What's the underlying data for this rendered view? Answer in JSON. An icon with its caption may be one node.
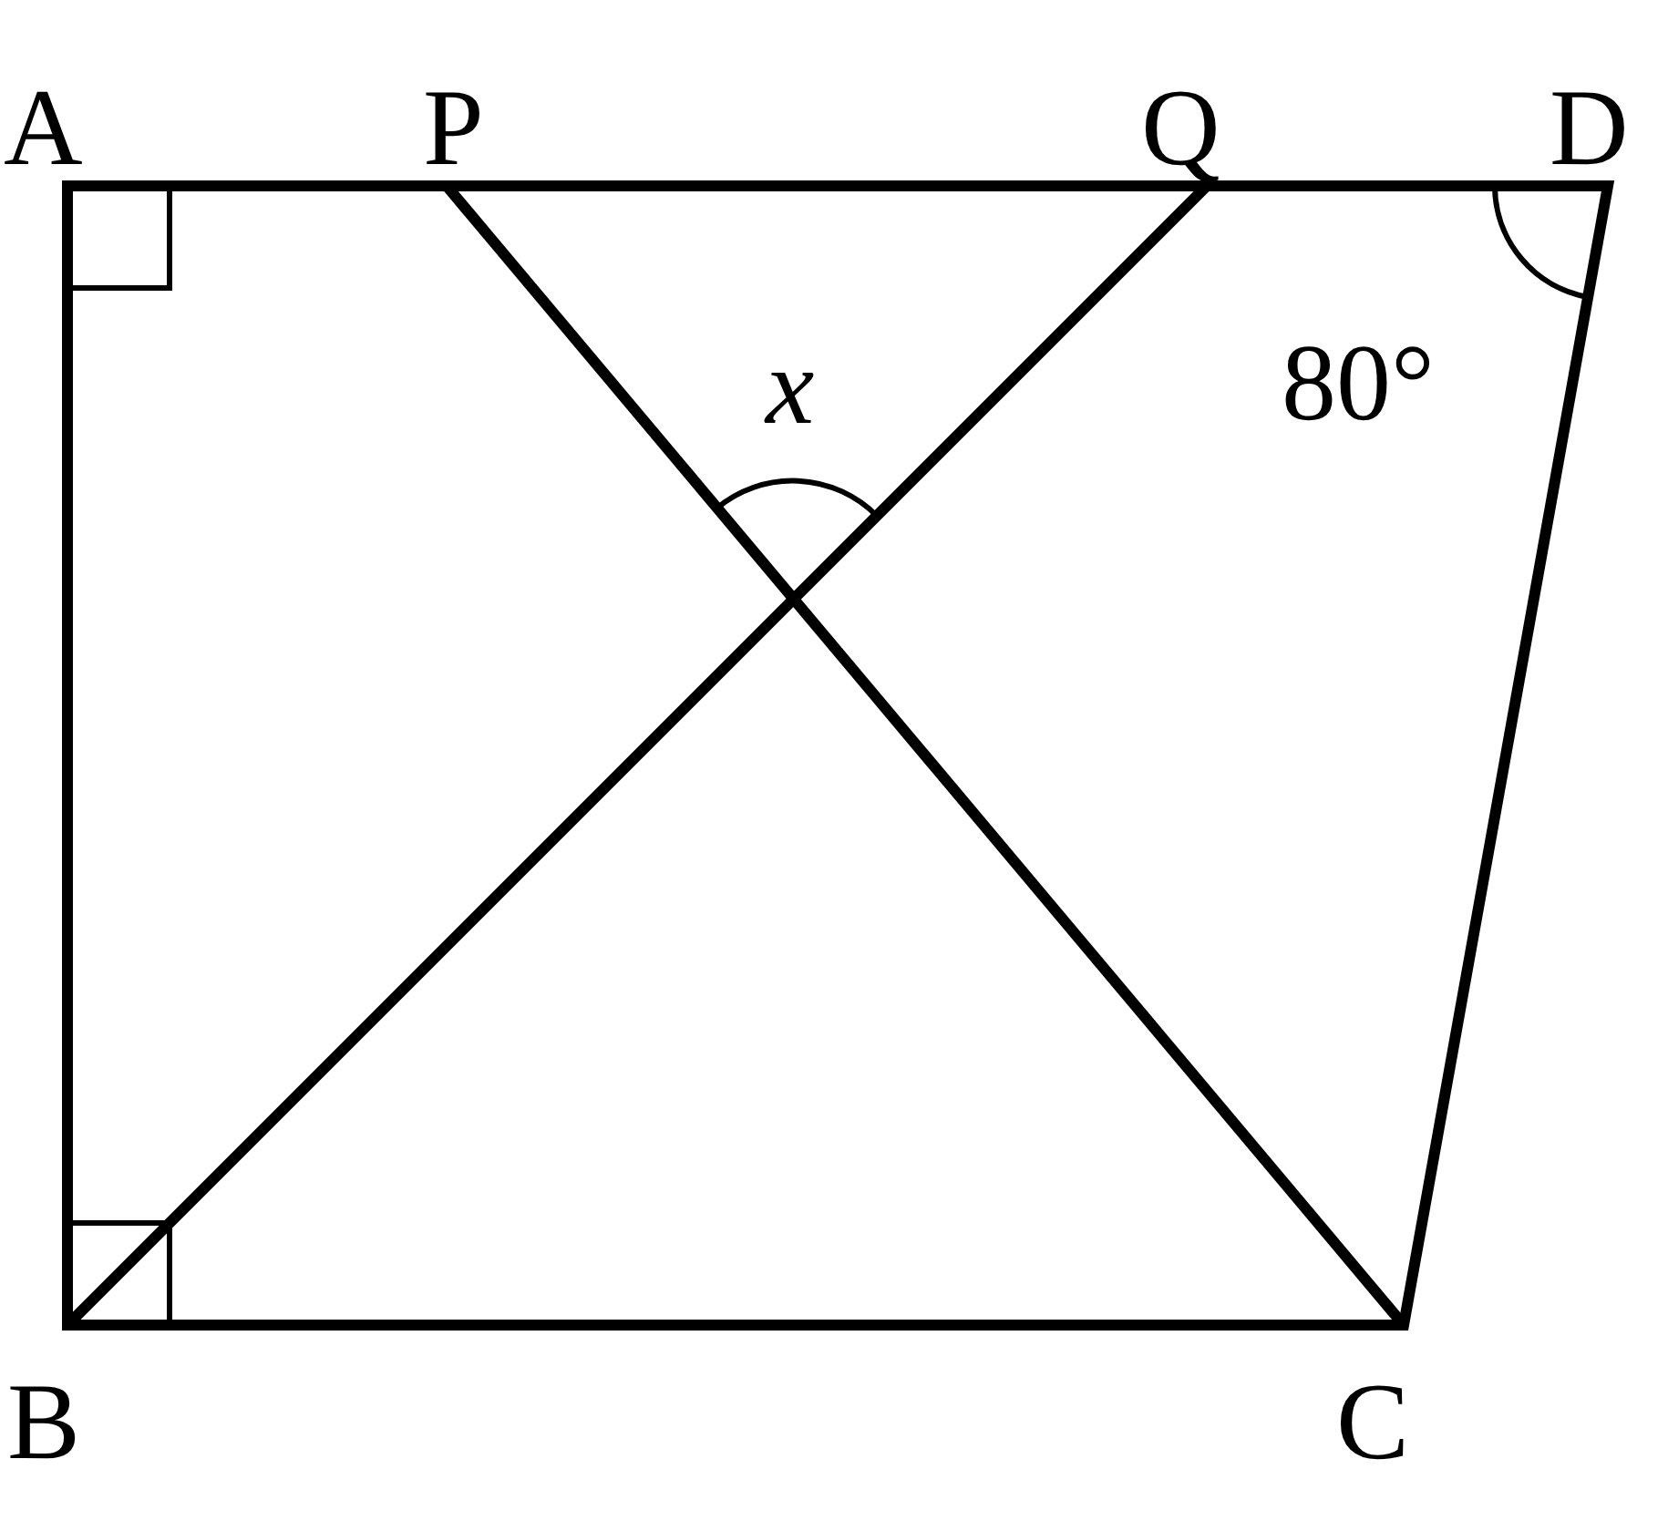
{
  "diagram": {
    "labels": [
      "A",
      "P",
      "Q",
      "D",
      "x",
      "80°",
      "B",
      "C"
    ]
  }
}
